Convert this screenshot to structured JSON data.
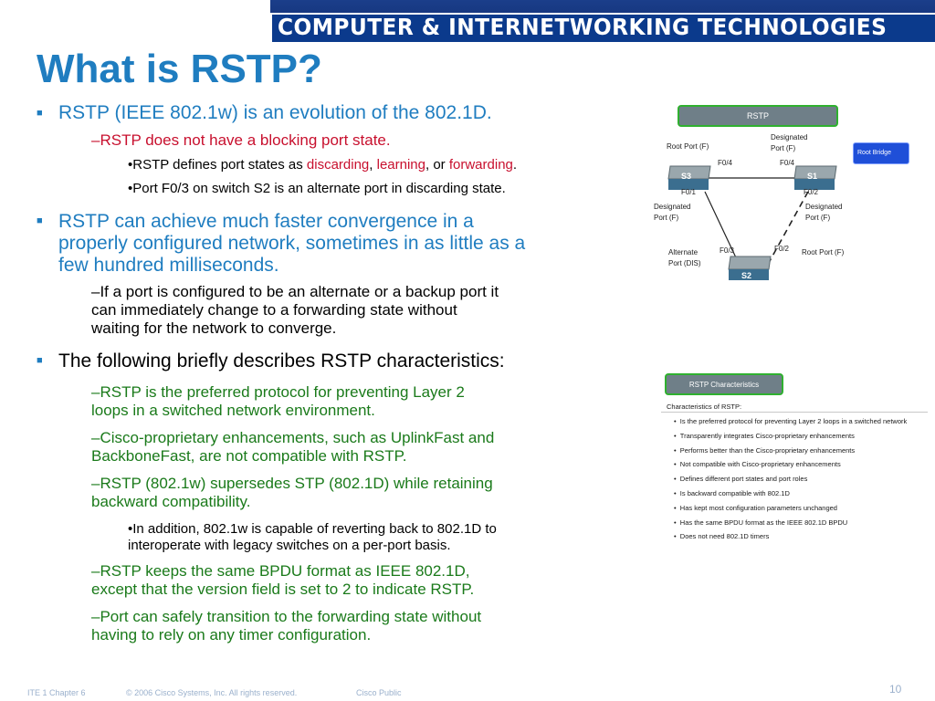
{
  "header": {
    "banner": "COMPUTER & INTERNETWORKING TECHNOLOGIES"
  },
  "title": "What is RSTP?",
  "b1": {
    "text": "RSTP (IEEE 802.1w) is an evolution of the 802.1D.",
    "sub1": "–RSTP does not have a blocking port state.",
    "sub1_a": "•RSTP defines port states as ",
    "sub1_discarding": "discarding",
    "sub1_comma1": ", ",
    "sub1_learning": "learning",
    "sub1_or": ", or ",
    "sub1_forwarding": "forwarding",
    "sub1_end": ".",
    "sub2": "•Port F0/3 on switch S2 is an alternate port in discarding state."
  },
  "b2": {
    "line1": "RSTP can achieve much faster convergence in a",
    "line2": "properly configured network, sometimes in as little as a",
    "line3": "few hundred milliseconds.",
    "sub_line1": "–If a port is configured to be an alternate or a backup port it",
    "sub_line2": "can immediately change to a forwarding state without",
    "sub_line3": "waiting for the network to converge."
  },
  "b3": {
    "text": "The following briefly describes RSTP characteristics:",
    "s1_l1": "–RSTP is the preferred protocol for preventing Layer 2",
    "s1_l2": "loops in a switched network environment.",
    "s2_l1": "–Cisco-proprietary enhancements, such as UplinkFast and",
    "s2_l2": "BackboneFast, are not compatible with RSTP.",
    "s3_l1": "–RSTP (802.1w) supersedes STP (802.1D) while retaining",
    "s3_l2": "backward compatibility.",
    "s3_sub_l1": "•In addition, 802.1w is capable of reverting back to 802.1D to",
    "s3_sub_l2": "interoperate with legacy switches on a per-port basis.",
    "s4_l1": "–RSTP keeps the same BPDU format as IEEE 802.1D,",
    "s4_l2": "except that the version field is set to 2 to indicate RSTP.",
    "s5_l1": "–Port can safely transition to the forwarding state without",
    "s5_l2": "having to rely on any timer configuration."
  },
  "diagram": {
    "title": "RSTP",
    "root_bridge": "Root Bridge",
    "s1": "S1",
    "s2": "S2",
    "s3": "S3",
    "root_port_f_left": "Root Port (F)",
    "designated_top_l1": "Designated",
    "designated_top_l2": "Port (F)",
    "f04_left": "F0/4",
    "f04_right": "F0/4",
    "f01": "F0/1",
    "f02_top": "F0/2",
    "designated_left_l1": "Designated",
    "designated_left_l2": "Port (F)",
    "designated_right_l1": "Designated",
    "designated_right_l2": "Port (F)",
    "alternate_l1": "Alternate",
    "alternate_l2": "Port (DIS)",
    "f03": "F0/3",
    "f02_bottom": "F0/2",
    "root_port_f_right": "Root Port (F)"
  },
  "characteristics": {
    "title": "RSTP Characteristics",
    "heading": "Characteristics of RSTP:",
    "items": [
      "Is the preferred protocol for preventing Layer 2 loops in a switched network",
      "Transparently integrates Cisco-proprietary enhancements",
      "Performs better than the Cisco-proprietary enhancements",
      "Not compatible with Cisco-proprietary enhancements",
      "Defines different port states and port roles",
      "Is backward compatible with 802.1D",
      "Has kept most configuration parameters unchanged",
      "Has the same BPDU format as the IEEE 802.1D BPDU",
      "Does not need 802.1D timers"
    ]
  },
  "footer": {
    "chapter": "ITE 1 Chapter 6",
    "copyright": "© 2006 Cisco Systems, Inc. All rights reserved.",
    "public": "Cisco Public",
    "page": "10"
  }
}
